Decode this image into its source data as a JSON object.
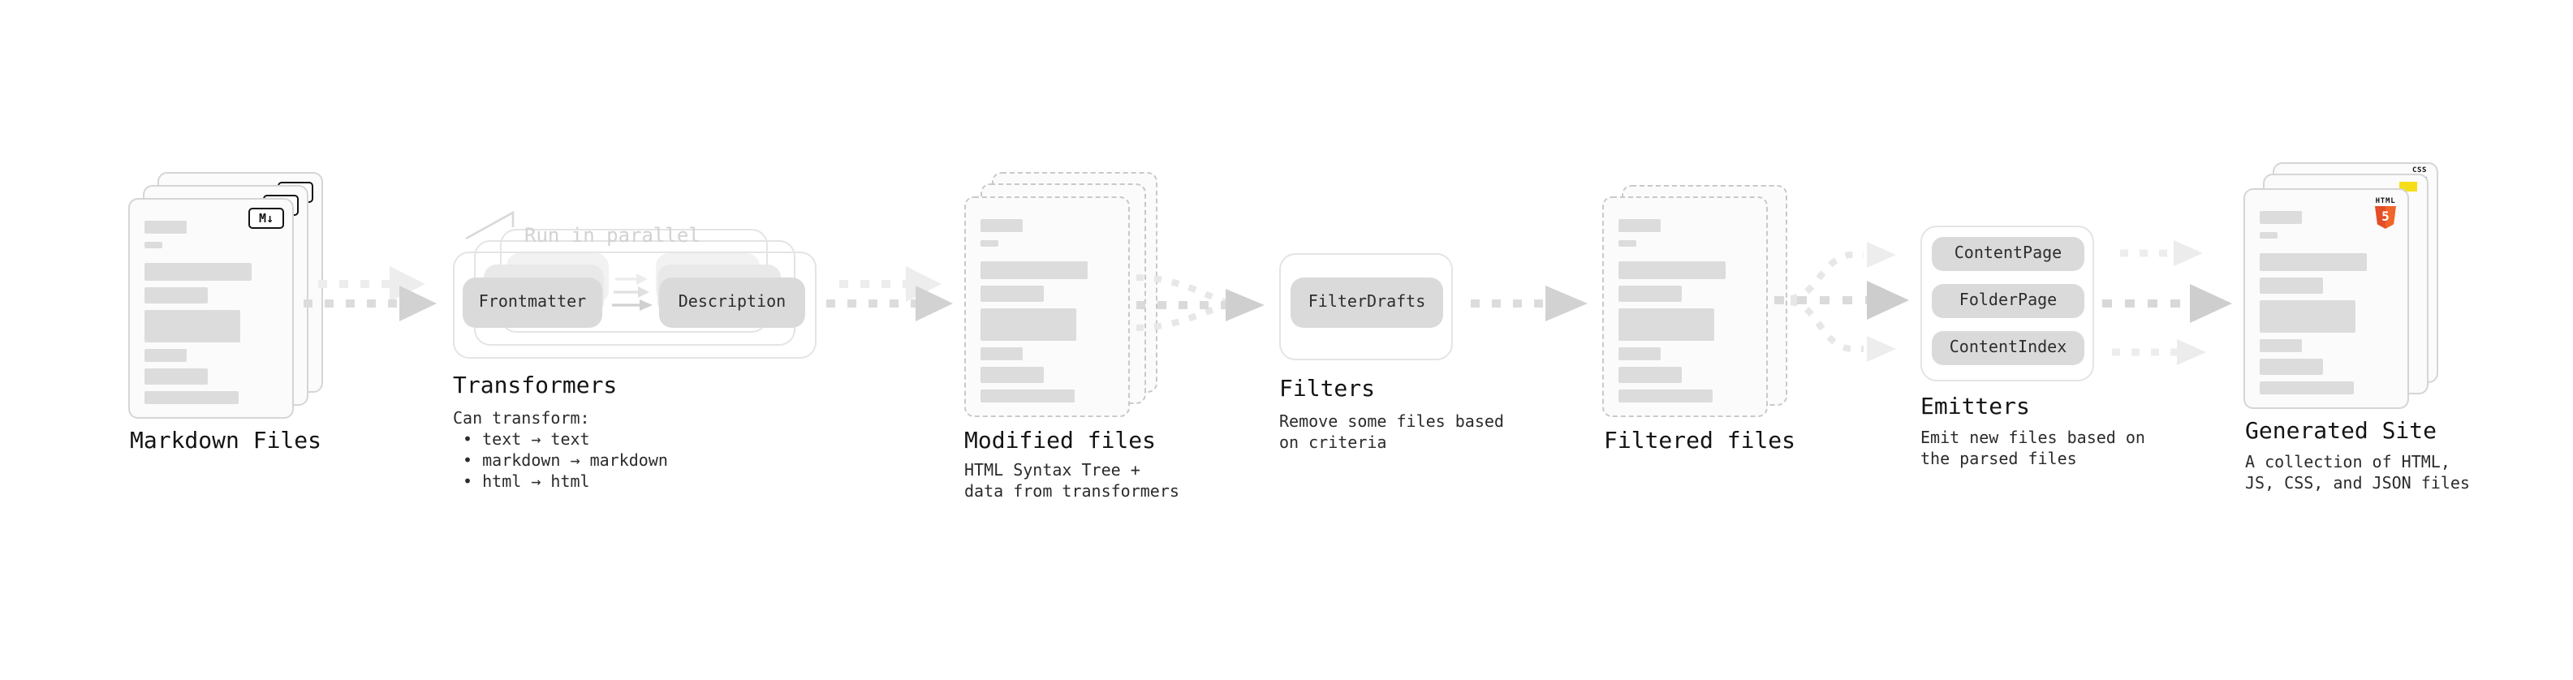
{
  "pipeline": {
    "markdown": {
      "label": "Markdown Files",
      "badge": "M↓"
    },
    "transformers": {
      "label": "Transformers",
      "annotation": "Run in parallel",
      "pills": [
        "Frontmatter",
        "Description"
      ],
      "desc": "Can transform:\n • text → text\n • markdown → markdown\n • html → html"
    },
    "modified": {
      "label": "Modified files",
      "desc": "HTML Syntax Tree +\ndata from transformers"
    },
    "filters": {
      "label": "Filters",
      "pills": [
        "FilterDrafts"
      ],
      "desc": "Remove some files based\non criteria"
    },
    "filtered": {
      "label": "Filtered files"
    },
    "emitters": {
      "label": "Emitters",
      "pills": [
        "ContentPage",
        "FolderPage",
        "ContentIndex"
      ],
      "desc": "Emit new files based on\nthe parsed files"
    },
    "generated": {
      "label": "Generated Site",
      "desc": "A collection of HTML,\nJS, CSS, and JSON files",
      "badges": {
        "css": "CSS",
        "html_text": "HTML",
        "html_number": "5"
      }
    }
  },
  "colors": {
    "html5_orange": "#e44d26",
    "html5_orange_light": "#f16529",
    "js_yellow": "#f5de19",
    "css_blue": "#2965f1",
    "bar_gray": "#dcdcdc",
    "arrow_gray": "#d8d8d8"
  }
}
